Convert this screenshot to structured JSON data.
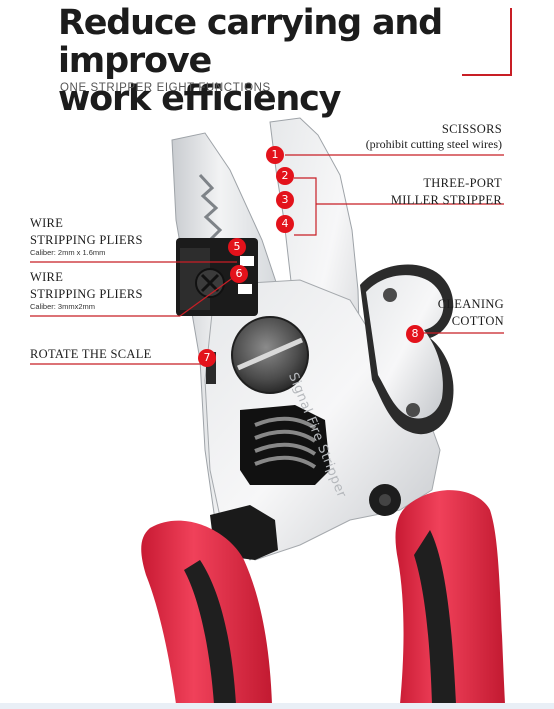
{
  "headline": [
    "Reduce carrying and improve",
    "work efficiency"
  ],
  "subhead": "ONE STRIPPER  EIGHT FUNCTIONS",
  "brand_on_tool": "Signal Fire Stripper",
  "colors": {
    "accent_red": "#e3121b",
    "handle_red": "#e8314a",
    "text_dark": "#1c1c1c"
  },
  "labels": {
    "scissors": {
      "title": "SCISSORS",
      "note": "(prohibit cutting steel wires)"
    },
    "miller": {
      "line1": "THREE-PORT",
      "line2": "MILLER STRIPPER"
    },
    "wsp1": {
      "line1": "WIRE",
      "line2": "STRIPPING  PLIERS",
      "caliber": "Caliber: 2mm x 1.6mm"
    },
    "wsp2": {
      "line1": "WIRE",
      "line2": "STRIPPING PLIERS",
      "caliber": "Caliber: 3mmx2mm"
    },
    "rotate": "ROTATE THE SCALE",
    "cleaning": {
      "line1": "CLEANING",
      "line2": "COTTON"
    }
  },
  "markers": [
    "1",
    "2",
    "3",
    "4",
    "5",
    "6",
    "7",
    "8"
  ]
}
